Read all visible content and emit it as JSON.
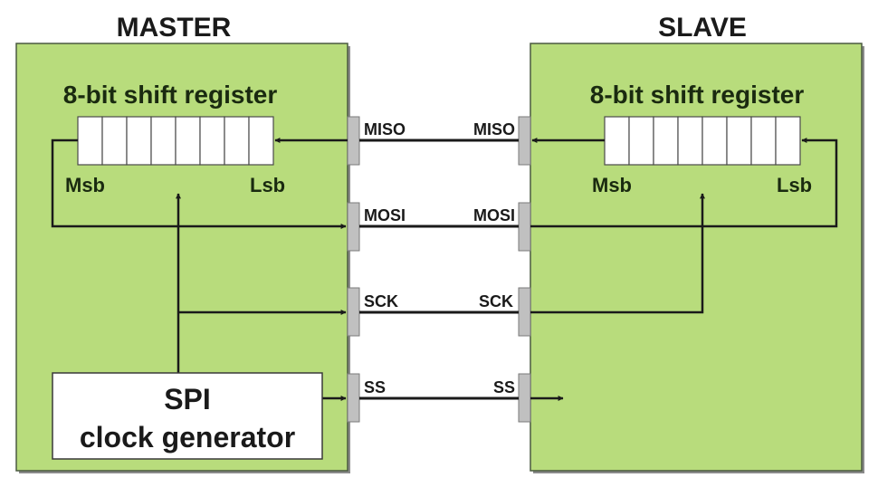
{
  "colors": {
    "block_fill": "#b8dc7c",
    "block_border": "#4a5a40",
    "connector_fill": "#c0c0c0",
    "line": "#1a1a1a",
    "register_fill": "#ffffff"
  },
  "master": {
    "title": "MASTER",
    "register": {
      "title": "8-bit shift register",
      "bits": 8,
      "msb_label": "Msb",
      "lsb_label": "Lsb"
    },
    "clock_generator": {
      "line1": "SPI",
      "line2": "clock generator"
    }
  },
  "slave": {
    "title": "SLAVE",
    "register": {
      "title": "8-bit shift register",
      "bits": 8,
      "msb_label": "Msb",
      "lsb_label": "Lsb"
    }
  },
  "signals": [
    {
      "name": "MISO",
      "master_label": "MISO",
      "slave_label": "MISO",
      "direction": "slave-to-master"
    },
    {
      "name": "MOSI",
      "master_label": "MOSI",
      "slave_label": "MOSI",
      "direction": "master-to-slave"
    },
    {
      "name": "SCK",
      "master_label": "SCK",
      "slave_label": "SCK",
      "direction": "master-to-slave"
    },
    {
      "name": "SS",
      "master_label": "SS",
      "slave_label": "SS",
      "direction": "master-to-slave"
    }
  ]
}
